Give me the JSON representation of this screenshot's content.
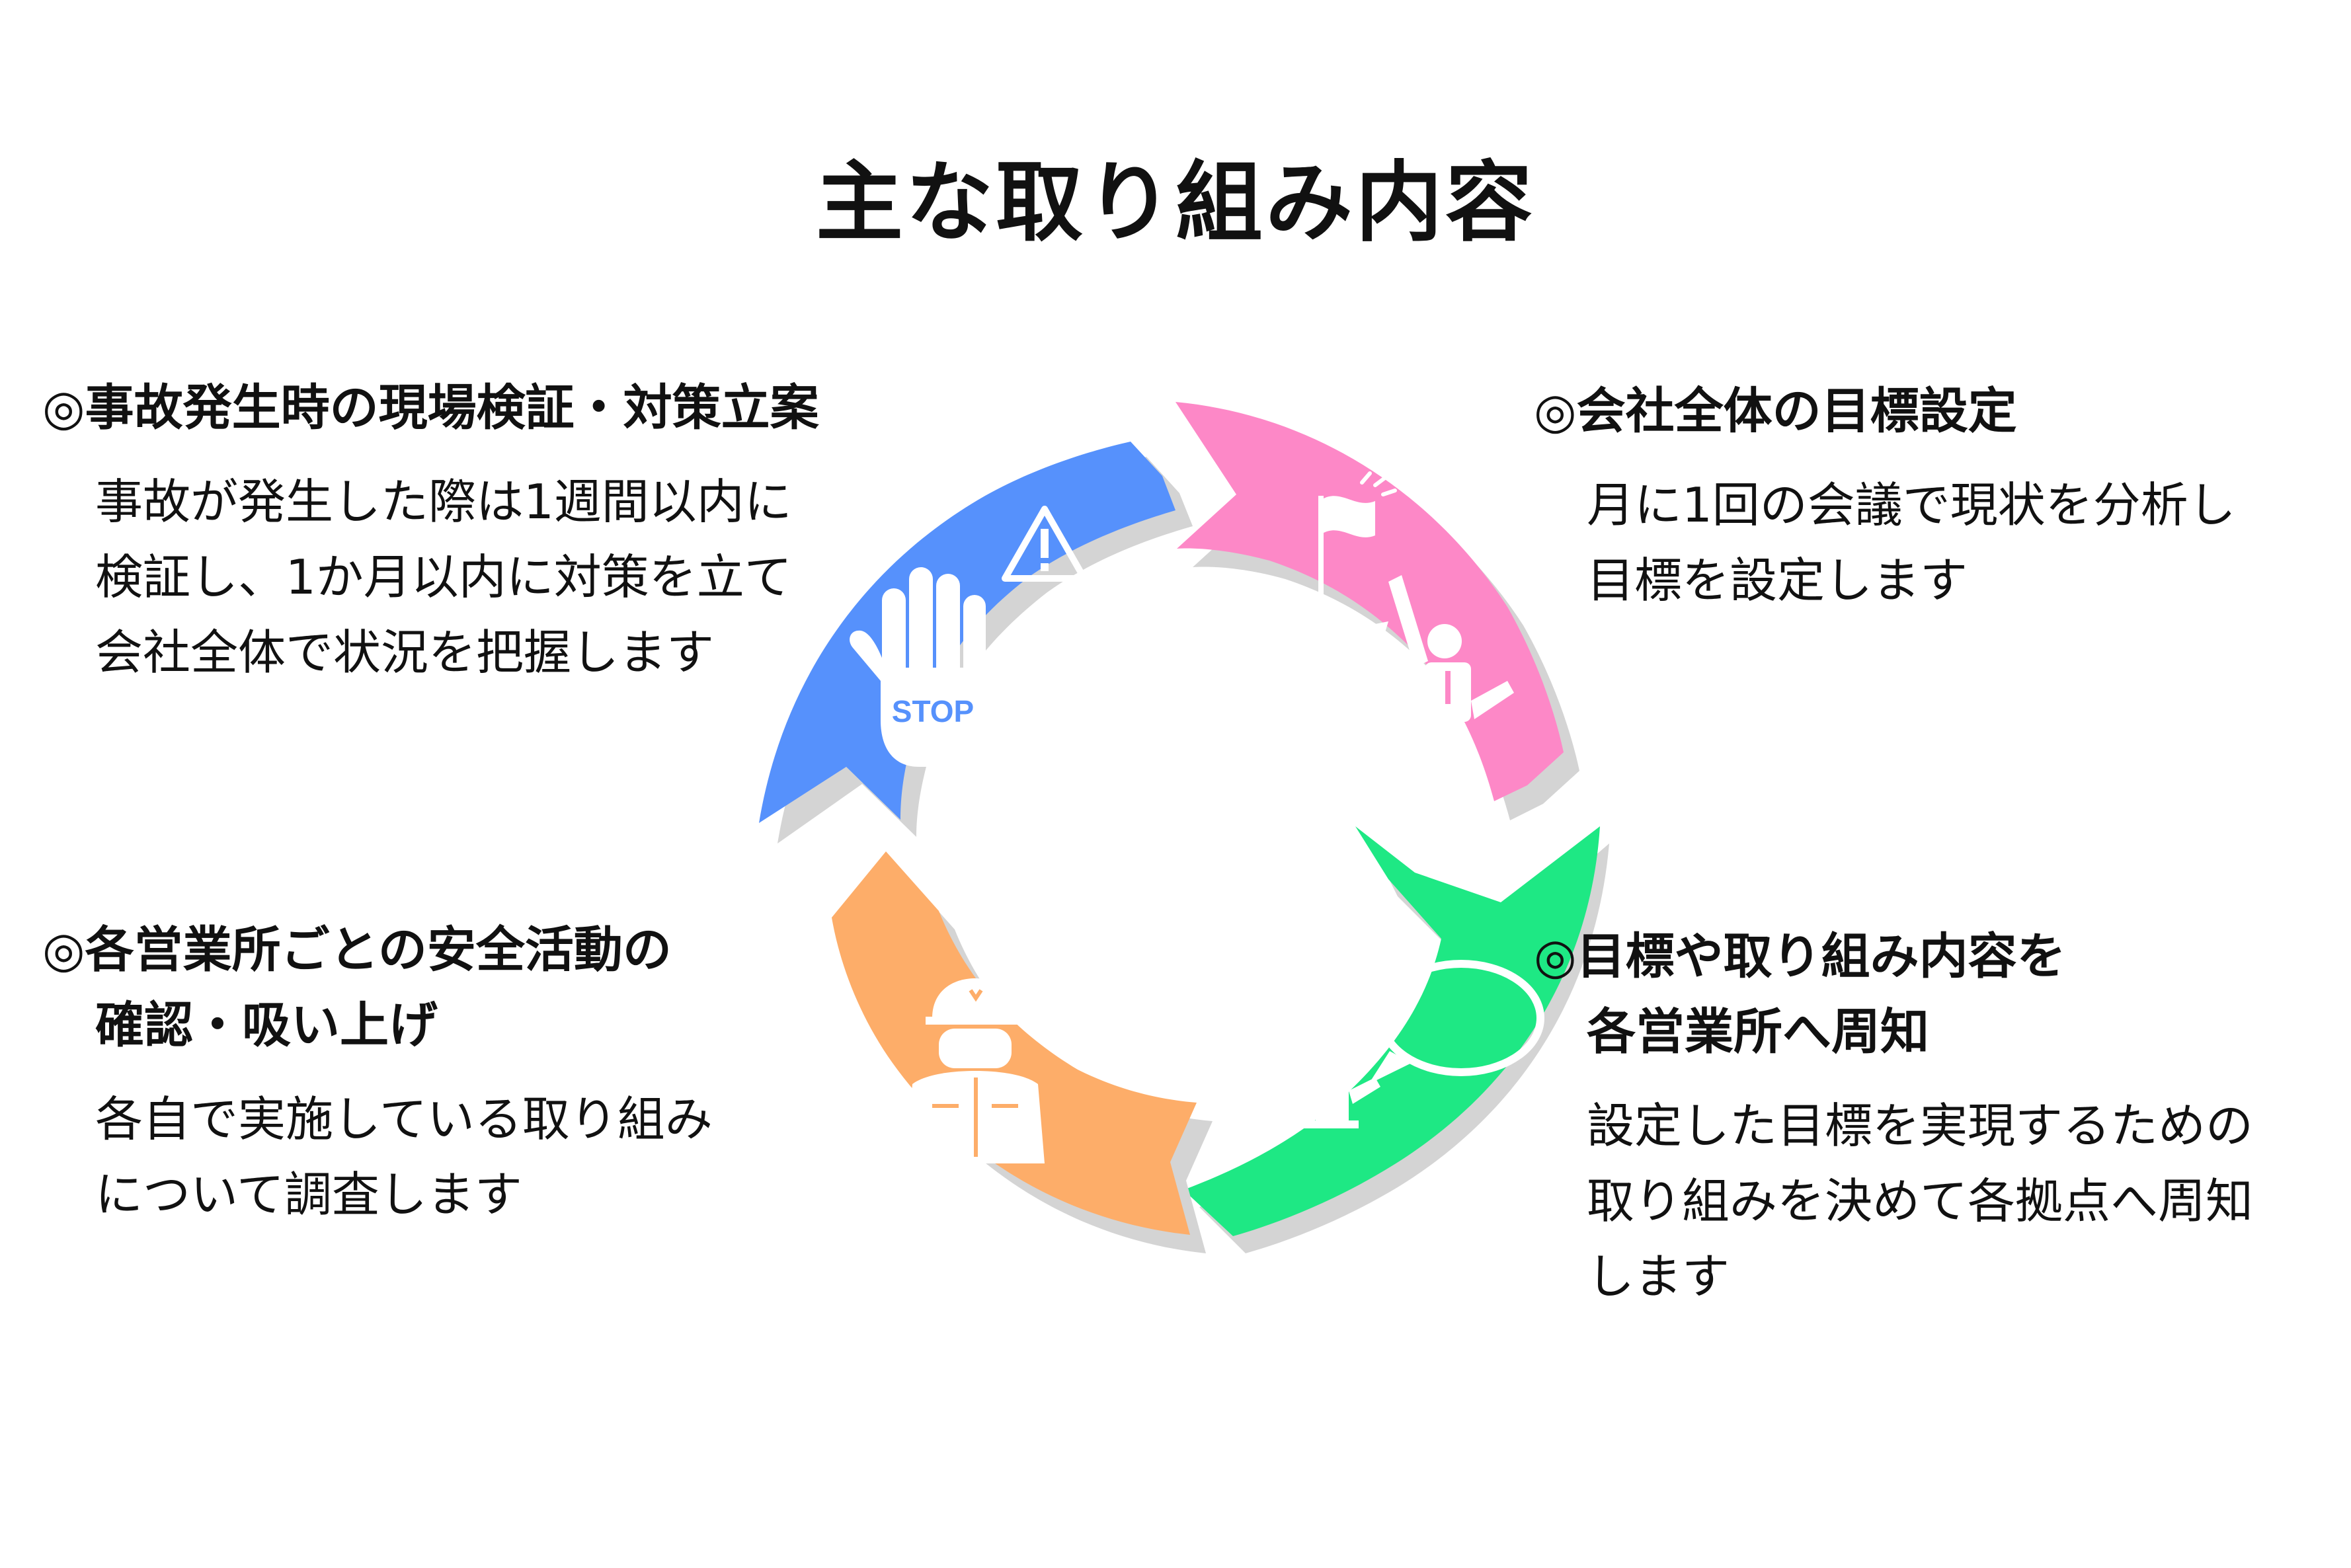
{
  "title": "主な取り組み内容",
  "colors": {
    "blue": "#5691fc",
    "pink": "#fd88c7",
    "green": "#1ee884",
    "orange": "#fdad69",
    "shadow": "#d4d4d4"
  },
  "sections": {
    "top_left": {
      "heading": [
        "◎事故発生時の現場検証・対策立案"
      ],
      "body": [
        "事故が発生した際は1週間以内に",
        "検証し、1か月以内に対策を立て",
        "会社全体で状況を把握します"
      ],
      "icon": "stop-hand-warning-icon",
      "icon_text": "STOP"
    },
    "top_right": {
      "heading": [
        "◎会社全体の目標設定"
      ],
      "body": [
        "月に1回の会議で現状を分析し",
        "目標を設定します"
      ],
      "icon": "goal-flag-person-icon"
    },
    "bottom_left": {
      "heading": [
        "◎各営業所ごとの安全活動の",
        "確認・吸い上げ"
      ],
      "body": [
        "各自で実施している取り組み",
        "について調査します"
      ],
      "icon": "helmet-worker-icon"
    },
    "bottom_right": {
      "heading": [
        "◎目標や取り組み内容を",
        "各営業所へ周知"
      ],
      "body": [
        "設定した目標を実現するための",
        "取り組みを決めて各拠点へ周知",
        "します"
      ],
      "icon": "speech-bubble-person-icon"
    }
  }
}
